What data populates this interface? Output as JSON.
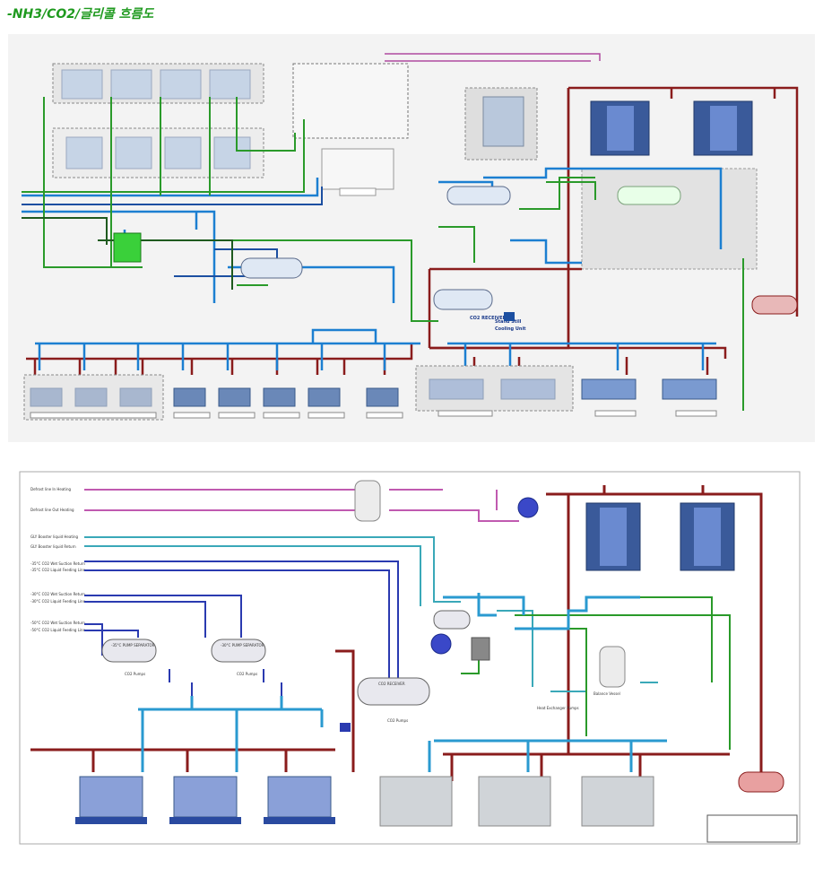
{
  "header": {
    "title": "-NH3/CO2/글리콜 흐름도"
  },
  "top_diagram": {
    "receiver_label": "CO2 RECEIVER",
    "standstill_label_1": "Stand Still",
    "standstill_label_2": "Cooling Unit"
  },
  "bottom_diagram": {
    "line_labels": [
      "Defrost line In Heating",
      "Defrost line Out Heating",
      "GLY Booster liquid Heating",
      "GLY Booster liquid Return",
      "-35°C CO2 Wet Suction Return",
      "-35°C CO2 Liquid Feeding Line",
      "-30°C CO2 Wet Suction Return",
      "-30°C CO2 Liquid Feeding Line",
      "-50°C CO2 Wet Suction Return",
      "-50°C CO2 Liquid Feeding Line"
    ],
    "separator_1": "-35°C PUMP SEPARATOR",
    "separator_2": "-30°C PUMP SEPARATOR",
    "pump_label_1": "CO2 Pumps",
    "pump_label_2": "CO2 Pumps",
    "pump_label_3": "CO2 Pumps",
    "receiver_label": "CO2 RECEIVER",
    "hx_pumps": "Heat Exchanger Pumps",
    "balance_vessel": "Balance Vessel"
  },
  "colors": {
    "green": "#2a9a2a",
    "dark_green": "#1f7a1f",
    "blue": "#1c7fd1",
    "navy": "#2a3a9a",
    "red": "#8a1c1c",
    "magenta": "#b04aa0",
    "teal": "#3ab0b0"
  }
}
